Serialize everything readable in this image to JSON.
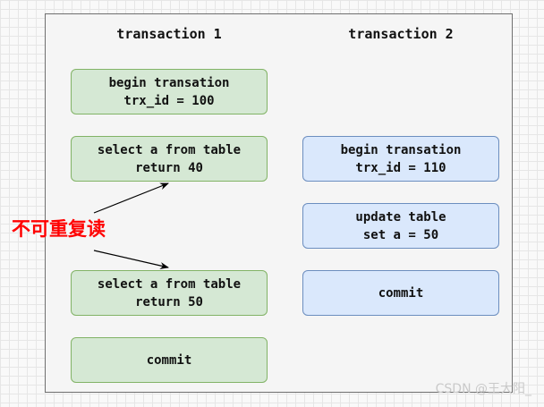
{
  "columns": {
    "left_title": "transaction 1",
    "right_title": "transaction 2"
  },
  "left_boxes": {
    "begin": [
      "begin transation",
      "trx_id = 100"
    ],
    "select1": [
      "select a from table",
      "return 40"
    ],
    "select2": [
      "select a from table",
      "return 50"
    ],
    "commit": [
      "commit"
    ]
  },
  "right_boxes": {
    "begin": [
      "begin transation",
      "trx_id = 110"
    ],
    "update": [
      "update table",
      "set a = 50"
    ],
    "commit": [
      "commit"
    ]
  },
  "annotation": "不可重复读",
  "watermark": "CSDN @王大阳_",
  "colors": {
    "green_fill": "#d5e8d4",
    "green_border": "#82b366",
    "blue_fill": "#dae8fc",
    "blue_border": "#6c8ebf",
    "annotation": "#ff0000"
  }
}
